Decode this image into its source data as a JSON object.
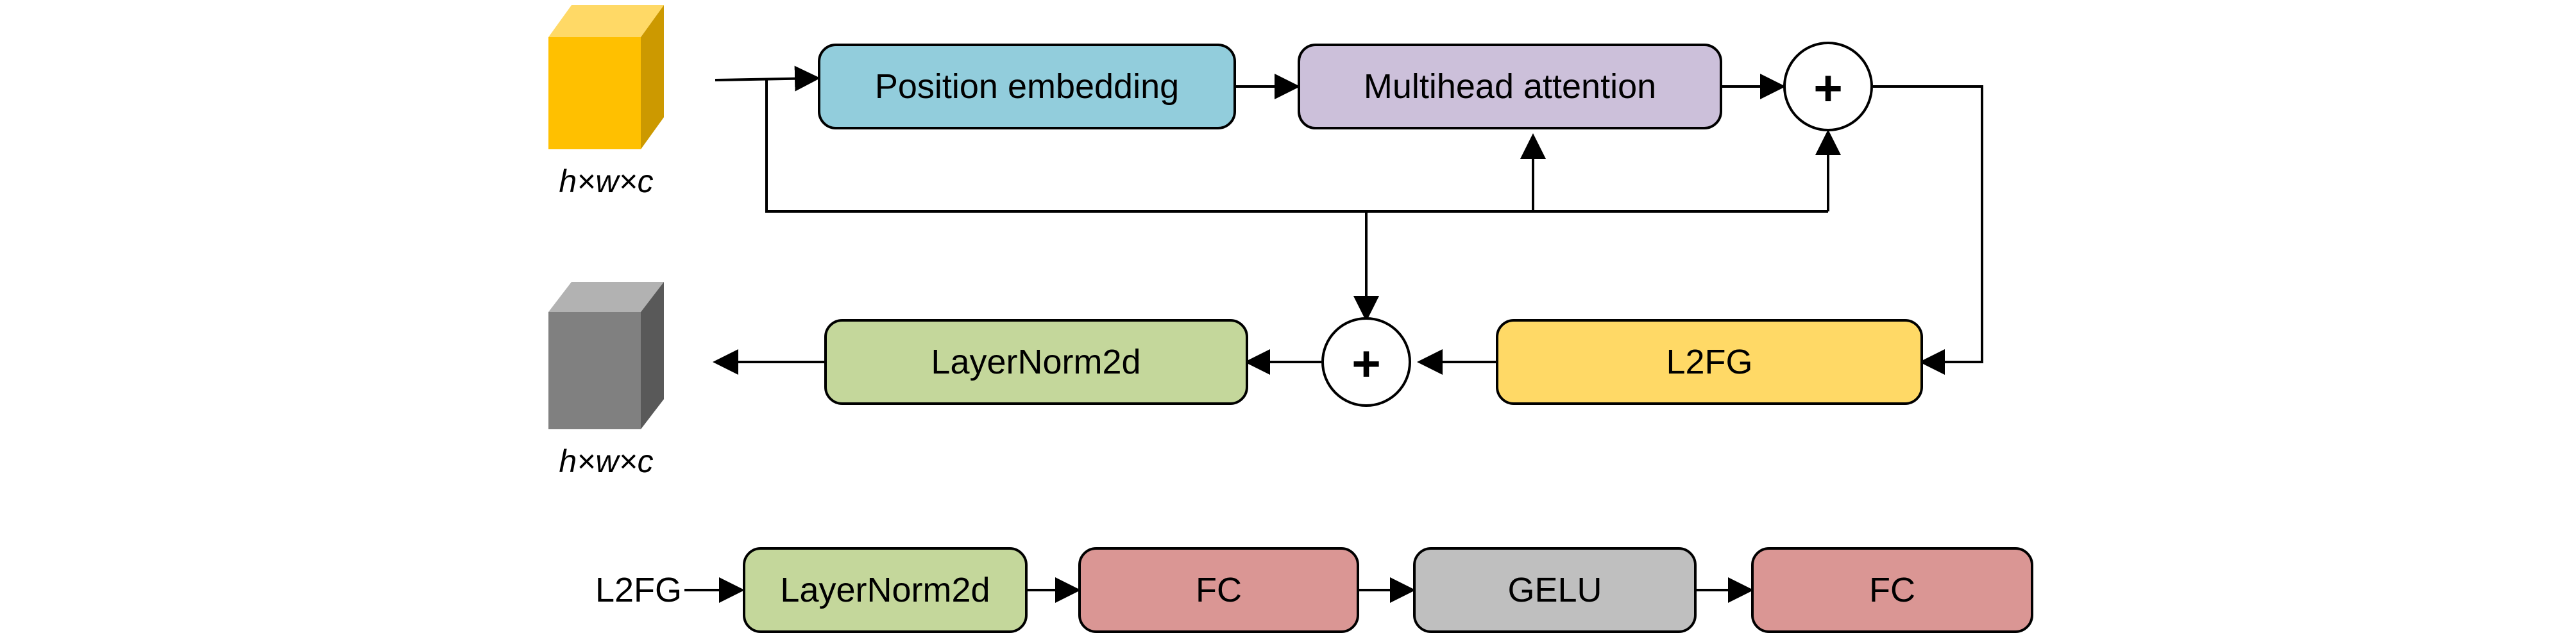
{
  "colors": {
    "position_embedding": "#92cddc",
    "multihead_attention": "#ccc0da",
    "l2fg": "#ffd966",
    "layernorm": "#c4d79b",
    "fc": "#da9694",
    "gelu": "#bfbfbf",
    "input_cube_front": "#ffc000",
    "input_cube_top": "#ffd966",
    "input_cube_side": "#cc9900",
    "output_cube_front": "#808080",
    "output_cube_top": "#b2b2b2",
    "output_cube_side": "#595959"
  },
  "top_module": {
    "input_shape_label": "h×w×c",
    "output_shape_label": "h×w×c",
    "position_embedding_label": "Position embedding",
    "multihead_attention_label": "Multihead attention",
    "add1_symbol": "+",
    "add2_symbol": "+",
    "l2fg_label": "L2FG",
    "layernorm_label": "LayerNorm2d"
  },
  "l2fg_detail": {
    "input_label": "L2FG",
    "layernorm_label": "LayerNorm2d",
    "fc1_label": "FC",
    "gelu_label": "GELU",
    "fc2_label": "FC"
  }
}
